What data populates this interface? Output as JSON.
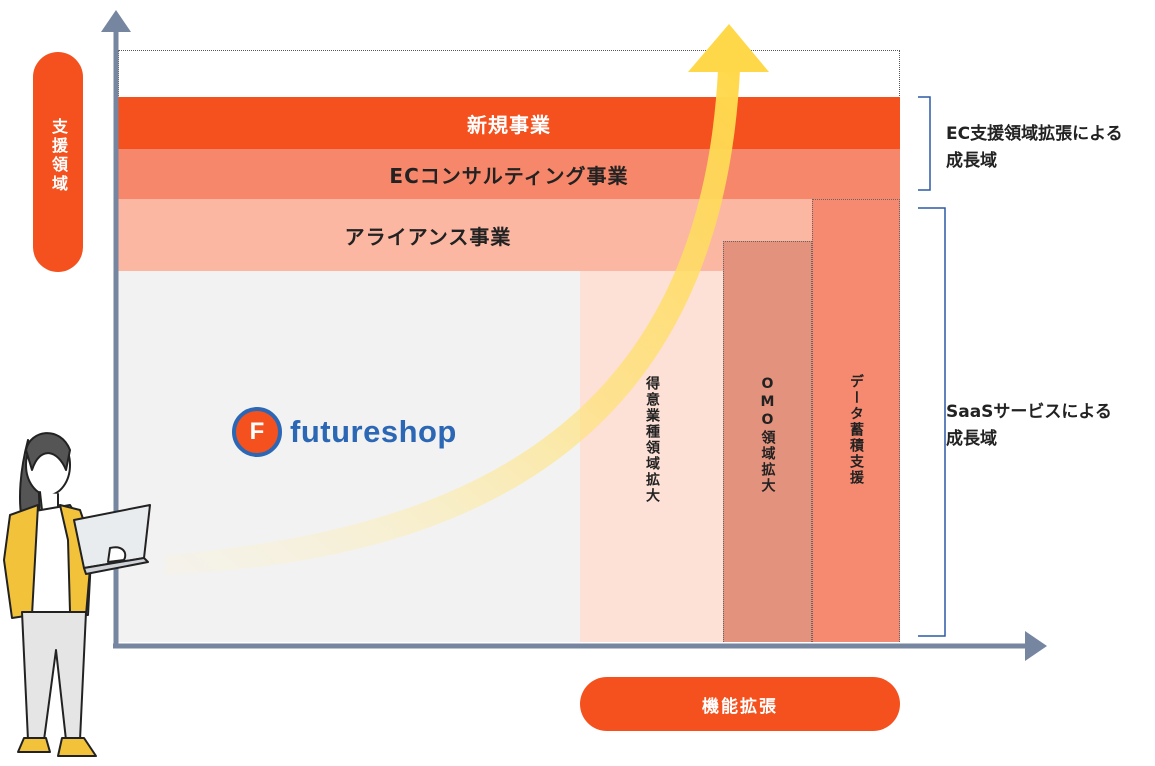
{
  "y_axis_label": "支援領域",
  "x_axis_label": "機能拡張",
  "bands": {
    "new_business": "新規事業",
    "ec_consulting": "ECコンサルティング事業",
    "alliance": "アライアンス事業"
  },
  "columns": {
    "industry": "得意業種領域拡大",
    "omo": "OMO領域拡大",
    "data": "データ蓄積支援"
  },
  "brackets": {
    "ec_growth": "EC支援領域拡張による\n成長域",
    "saas_growth": "SaaSサービスによる\n成長域"
  },
  "logo": {
    "text": "futureshop",
    "mark": "F"
  },
  "colors": {
    "axis": "#7686a0",
    "accent": "#f4511e",
    "band_new": "#f4511e",
    "band_ec": "#f7876a",
    "band_alliance": "#fbb7a2",
    "base_area": "#f2f2f2",
    "col_industry": "#fde0d6",
    "col_omo": "#e3927d",
    "col_data": "#f58a70",
    "logo_blue": "#2b67b4"
  }
}
